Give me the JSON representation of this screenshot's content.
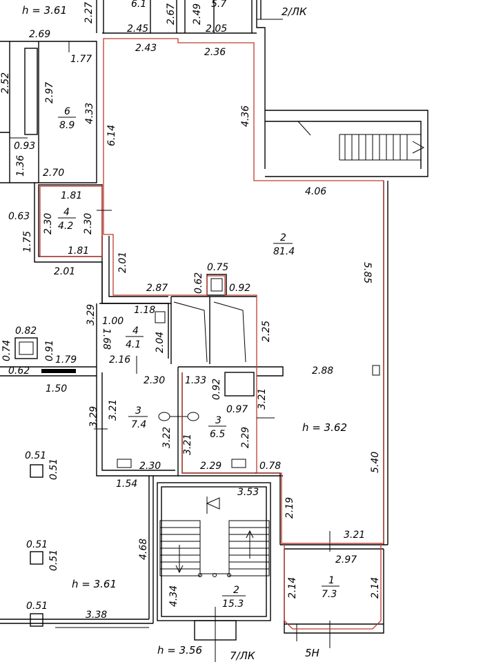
{
  "plan": {
    "heights": [
      {
        "id": "h-top",
        "text": "h = 3.61"
      },
      {
        "id": "h-main",
        "text": "h = 3.62"
      },
      {
        "id": "h-left",
        "text": "h = 3.61"
      },
      {
        "id": "h-bottom",
        "text": "h = 3.56"
      }
    ],
    "markers": [
      {
        "id": "entrance-2lk",
        "text": "2/ЛК"
      },
      {
        "id": "entrance-7lk",
        "text": "7/ЛК"
      },
      {
        "id": "entrance-5n",
        "text": "5Н"
      }
    ],
    "rooms": [
      {
        "id": "room-6",
        "number": "6",
        "area": "8.9"
      },
      {
        "id": "room-4a",
        "number": "4",
        "area": "4.2"
      },
      {
        "id": "room-2-main",
        "number": "2",
        "area": "81.4"
      },
      {
        "id": "room-4b",
        "number": "4",
        "area": "4.1"
      },
      {
        "id": "room-3a",
        "number": "3",
        "area": "7.4"
      },
      {
        "id": "room-3b",
        "number": "3",
        "area": "6.5"
      },
      {
        "id": "room-2-stair",
        "number": "2",
        "area": "15.3"
      },
      {
        "id": "room-1",
        "number": "1",
        "area": "7.3"
      }
    ],
    "dimensions": [
      "2.27",
      "6.1",
      "2.67",
      "2.49",
      "5.7",
      "2.69",
      "2.45",
      "2.05",
      "2.43",
      "2.36",
      "1.77",
      "2.52",
      "2.97",
      "4.33",
      "6.14",
      "4.36",
      "0.93",
      "1.36",
      "2.70",
      "1.81",
      "0.63",
      "2.30",
      "2.30",
      "1.75",
      "1.81",
      "2.01",
      "2.01",
      "4.06",
      "5.85",
      "0.75",
      "0.62",
      "0.92",
      "2.87",
      "3.29",
      "1.18",
      "1.00",
      "1.68",
      "2.04",
      "2.25",
      "0.82",
      "0.74",
      "0.91",
      "0.62",
      "1.79",
      "2.16",
      "1.50",
      "2.30",
      "1.33",
      "0.92",
      "2.88",
      "3.29",
      "3.21",
      "3.22",
      "0.97",
      "3.21",
      "3.21",
      "2.29",
      "0.51",
      "0.51",
      "2.30",
      "2.29",
      "0.78",
      "5.40",
      "1.54",
      "3.53",
      "2.19",
      "4.68",
      "3.21",
      "0.51",
      "0.51",
      "2.97",
      "4.34",
      "2.14",
      "2.14",
      "0.51",
      "3.38"
    ]
  }
}
